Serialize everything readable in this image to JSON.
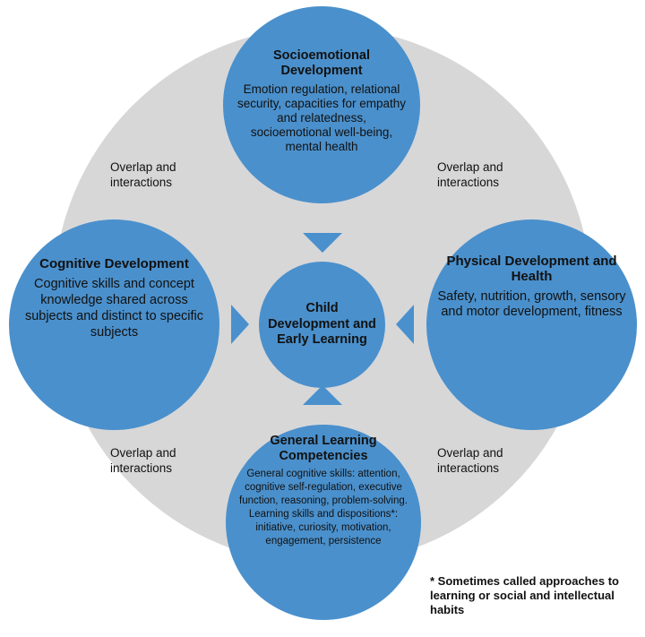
{
  "diagram": {
    "center": {
      "label": "Child Development and Early Learning"
    },
    "domains": {
      "socioemotional": {
        "title": "Socioemotional Development",
        "description": "Emotion regulation, relational security, capacities for empathy and relatedness, socioemotional well-being, mental health"
      },
      "cognitive": {
        "title": "Cognitive Development",
        "description": "Cognitive skills and concept knowledge shared across subjects and distinct to specific subjects"
      },
      "physical": {
        "title": "Physical Development and Health",
        "description": "Safety, nutrition, growth, sensory and motor development, fitness"
      },
      "general_learning": {
        "title": "General Learning Competencies",
        "description": "General cognitive skills: attention, cognitive self-regulation, executive function, reasoning, problem-solving. Learning skills and dispositions*: initiative, curiosity, motivation, engagement, persistence"
      }
    },
    "overlap_labels": {
      "top_left": "Overlap and interactions",
      "top_right": "Overlap and interactions",
      "bottom_left": "Overlap and interactions",
      "bottom_right": "Overlap and interactions"
    },
    "footnote": "* Sometimes called approaches to learning or social and intellectual habits",
    "colors": {
      "domain_fill": "#4a90cc",
      "background_circle": "#d7d7d8",
      "text": "#111111"
    }
  }
}
